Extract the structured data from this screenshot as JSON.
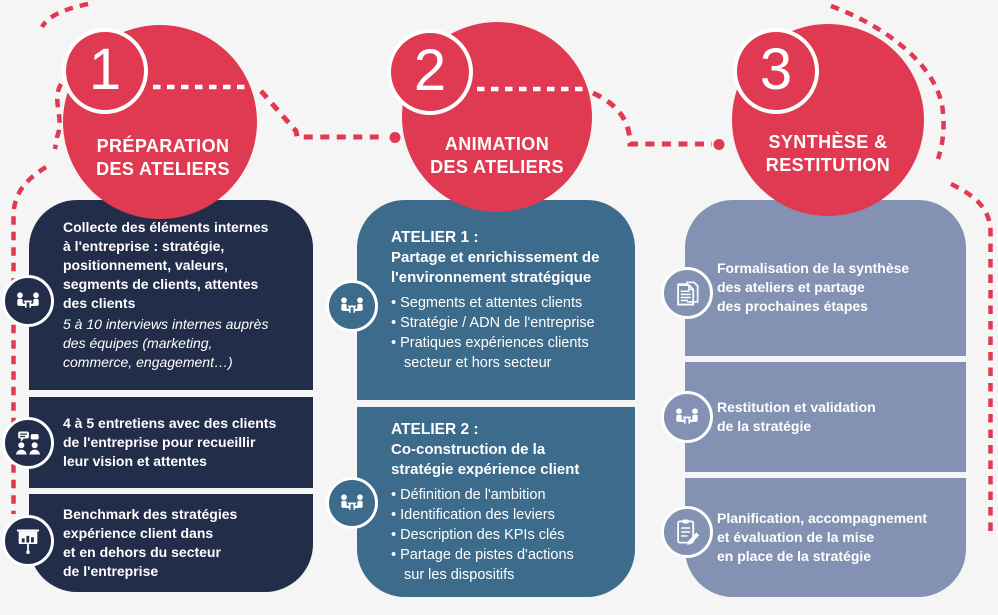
{
  "palette": {
    "accent_red": "#e03a52",
    "card_navy": "#222d4a",
    "card_steel_blue": "#3c6b8b",
    "card_slate_blue": "#8392b2",
    "background": "#f5f5f6",
    "text_white": "#ffffff"
  },
  "steps": [
    {
      "number": "1",
      "title": "PRÉPARATION\nDES ATELIERS",
      "cards": [
        {
          "icon": "meeting-icon",
          "bold": "Collecte des éléments internes\nà l'entreprise : stratégie,\npositionnement, valeurs,\nsegments de clients, attentes\ndes clients",
          "italic": "5 à 10 interviews internes auprès\ndes équipes (marketing,\ncommerce, engagement…)"
        },
        {
          "icon": "interview-icon",
          "bold": "4 à 5 entretiens avec des clients\nde l'entreprise pour recueillir\nleur vision et attentes"
        },
        {
          "icon": "presentation-icon",
          "bold": "Benchmark des stratégies\nexpérience client dans\net en dehors du secteur\nde l'entreprise"
        }
      ]
    },
    {
      "number": "2",
      "title": "ANIMATION\nDES ATELIERS",
      "cards": [
        {
          "icon": "meeting-icon",
          "header": "ATELIER 1 :",
          "subheader": "Partage et enrichissement de\nl'environnement stratégique",
          "bullets": [
            "• Segments et attentes clients",
            "• Stratégie / ADN de l'entreprise",
            "• Pratiques expériences clients\nsecteur et hors secteur"
          ]
        },
        {
          "icon": "meeting-icon",
          "header": "ATELIER 2 :",
          "subheader": "Co-construction de la\nstratégie expérience client",
          "bullets": [
            "• Définition de l'ambition",
            "• Identification des leviers",
            "• Description des KPIs clés",
            "• Partage de pistes d'actions\nsur les dispositifs"
          ]
        }
      ]
    },
    {
      "number": "3",
      "title": "SYNTHÈSE &\nRESTITUTION",
      "cards": [
        {
          "icon": "document-icon",
          "bold": "Formalisation de la synthèse\ndes ateliers et partage\ndes prochaines étapes"
        },
        {
          "icon": "meeting-icon",
          "bold": "Restitution et validation\nde la stratégie"
        },
        {
          "icon": "checklist-icon",
          "bold": "Planification, accompagnement\net évaluation de la mise\nen place de la stratégie"
        }
      ]
    }
  ]
}
